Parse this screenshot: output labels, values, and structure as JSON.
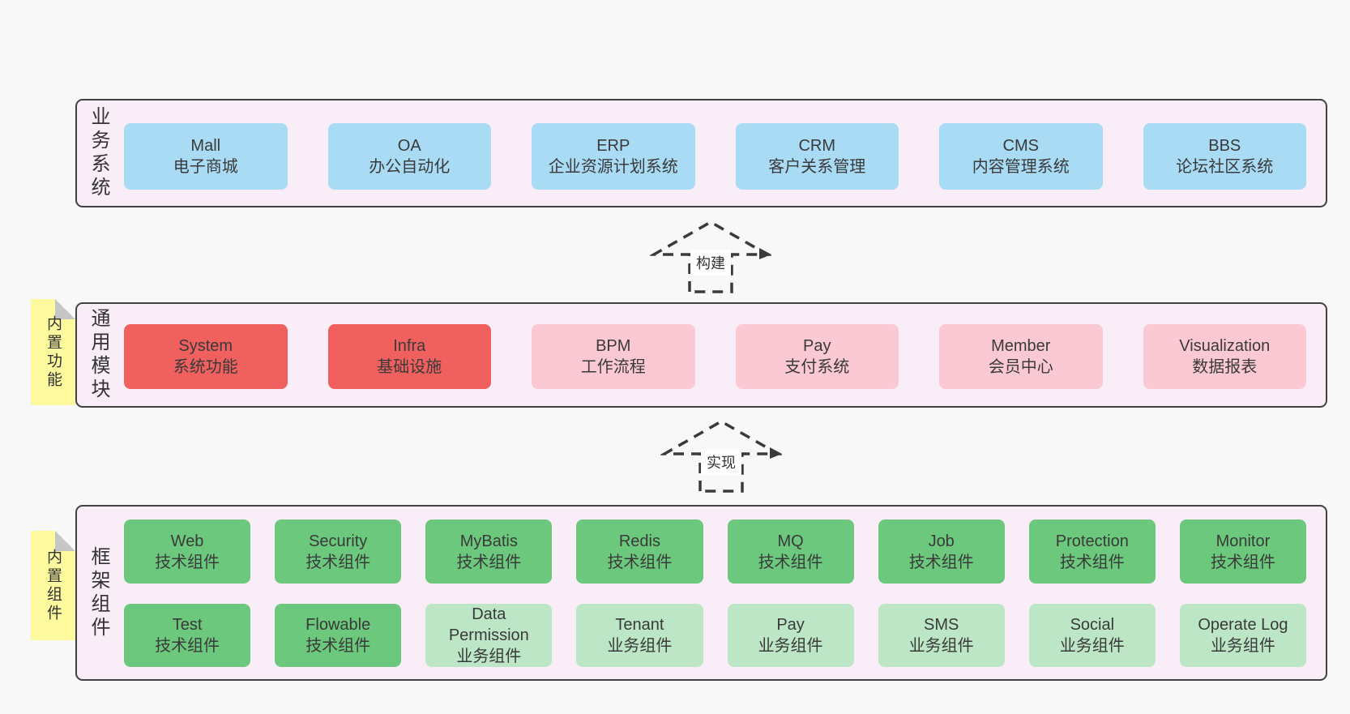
{
  "layers": [
    {
      "label": "业务系统",
      "boxes": [
        {
          "title": "Mall",
          "subtitle": "电子商城"
        },
        {
          "title": "OA",
          "subtitle": "办公自动化"
        },
        {
          "title": "ERP",
          "subtitle": "企业资源计划系统"
        },
        {
          "title": "CRM",
          "subtitle": "客户关系管理"
        },
        {
          "title": "CMS",
          "subtitle": "内容管理系统"
        },
        {
          "title": "BBS",
          "subtitle": "论坛社区系统"
        }
      ]
    },
    {
      "label": "通用模块",
      "note": "内置功能",
      "boxes": [
        {
          "title": "System",
          "subtitle": "系统功能"
        },
        {
          "title": "Infra",
          "subtitle": "基础设施"
        },
        {
          "title": "BPM",
          "subtitle": "工作流程"
        },
        {
          "title": "Pay",
          "subtitle": "支付系统"
        },
        {
          "title": "Member",
          "subtitle": "会员中心"
        },
        {
          "title": "Visualization",
          "subtitle": "数据报表"
        }
      ]
    },
    {
      "label": "框架组件",
      "note": "内置组件",
      "rows": [
        [
          {
            "title": "Web",
            "subtitle": "技术组件"
          },
          {
            "title": "Security",
            "subtitle": "技术组件"
          },
          {
            "title": "MyBatis",
            "subtitle": "技术组件"
          },
          {
            "title": "Redis",
            "subtitle": "技术组件"
          },
          {
            "title": "MQ",
            "subtitle": "技术组件"
          },
          {
            "title": "Job",
            "subtitle": "技术组件"
          },
          {
            "title": "Protection",
            "subtitle": "技术组件"
          },
          {
            "title": "Monitor",
            "subtitle": "技术组件"
          }
        ],
        [
          {
            "title": "Test",
            "subtitle": "技术组件"
          },
          {
            "title": "Flowable",
            "subtitle": "技术组件"
          },
          {
            "title": "Data Permission",
            "subtitle": "业务组件"
          },
          {
            "title": "Tenant",
            "subtitle": "业务组件"
          },
          {
            "title": "Pay",
            "subtitle": "业务组件"
          },
          {
            "title": "SMS",
            "subtitle": "业务组件"
          },
          {
            "title": "Social",
            "subtitle": "业务组件"
          },
          {
            "title": "Operate Log",
            "subtitle": "业务组件"
          }
        ]
      ]
    }
  ],
  "arrows": [
    {
      "label": "构建"
    },
    {
      "label": "实现"
    }
  ],
  "palette": {
    "page_bg": "#f8f8f8",
    "container_bg": "#f9edf7",
    "container_border": "#424242",
    "business_box": "#a9dbf5",
    "core_module_box": "#f0605f",
    "optional_module_box": "#fbc9d4",
    "tech_component_box": "#6bc87c",
    "biz_component_box": "#bce6c5",
    "sticky_note": "#fcf99e",
    "arrow_stroke": "#3a3a3a",
    "text": "#3a3a3a"
  }
}
